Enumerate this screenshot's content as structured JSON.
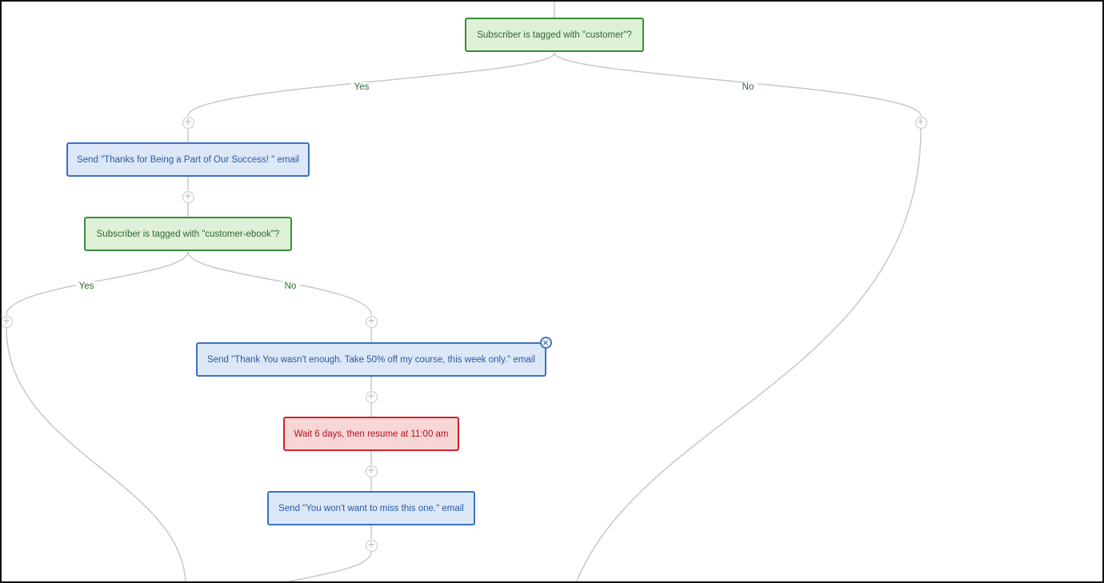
{
  "nodes": {
    "condition_customer": {
      "type": "condition",
      "label": "Subscriber is tagged with \"customer\"?"
    },
    "email_thanks": {
      "type": "email",
      "label": "Send \"Thanks for Being a Part of Our Success! \" email"
    },
    "condition_ebook": {
      "type": "condition",
      "label": "Subscriber is tagged with \"customer-ebook\"?"
    },
    "email_discount": {
      "type": "email",
      "label": "Send \"Thank You wasn't enough. Take 50% off my course, this week only.\" email"
    },
    "wait_step": {
      "type": "wait",
      "label": "Wait 6 days, then resume at 11:00 am"
    },
    "email_miss": {
      "type": "email",
      "label": "Send \"You won't want to miss this one.\" email"
    }
  },
  "branch_labels": {
    "customer_yes": "Yes",
    "customer_no": "No",
    "ebook_yes": "Yes",
    "ebook_no": "No"
  },
  "icons": {
    "add_step": "+",
    "remove_step": "×"
  },
  "colors": {
    "condition_bg": "#dff0d8",
    "condition_border": "#3c8a3c",
    "email_bg": "#dce7f7",
    "email_border": "#3a72c2",
    "wait_bg": "#f9d6d6",
    "wait_border": "#d4202a",
    "connector": "#c8c8c8"
  }
}
